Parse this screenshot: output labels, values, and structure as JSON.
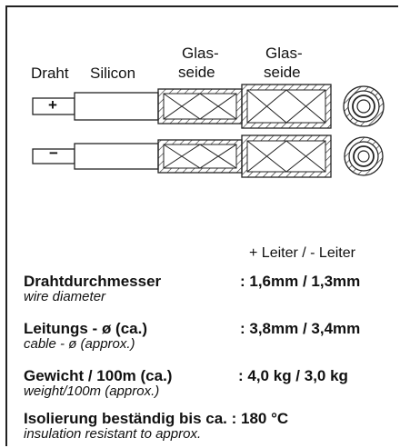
{
  "labels": {
    "draht": "Draht",
    "silicon": "Silicon",
    "glasseide1_l1": "Glas-",
    "glasseide1_l2": "seide",
    "glasseide2_l1": "Glas-",
    "glasseide2_l2": "seide"
  },
  "markers": {
    "plus": "+",
    "minus": "−"
  },
  "columns_header": "+ Leiter / - Leiter",
  "specs": [
    {
      "de": "Drahtdurchmesser",
      "en": "wire diameter",
      "value": ": 1,6mm / 1,3mm"
    },
    {
      "de": "Leitungs - ø (ca.)",
      "en": "cable - ø (approx.)",
      "value": ": 3,8mm / 3,4mm"
    },
    {
      "de": "Gewicht / 100m (ca.)",
      "en": "weight/100m (approx.)",
      "value": ":  4,0 kg / 3,0 kg"
    },
    {
      "de": "Isolierung beständig bis ca. : 180 °C",
      "en": "insulation resistant to approx.",
      "value": ""
    }
  ],
  "colors": {
    "line": "#222222",
    "background": "#ffffff"
  }
}
